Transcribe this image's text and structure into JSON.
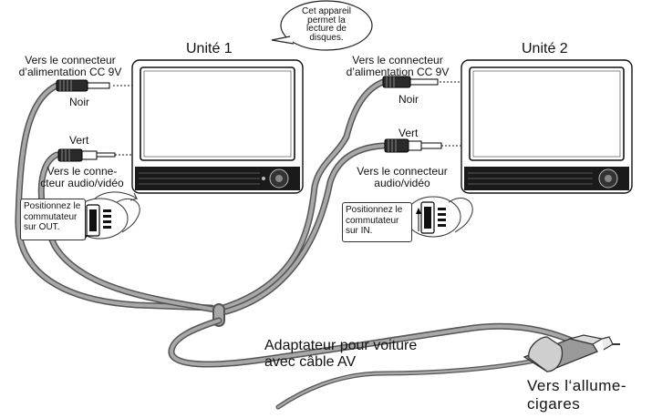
{
  "bubble": {
    "line1": "Cet appareil",
    "line2": "permet la",
    "line3": "lecture de",
    "line4": "disques."
  },
  "unit1": {
    "title": "Unité 1",
    "power_label_1": "Vers le connecteur",
    "power_label_2": "d’alimentation CC 9V",
    "black_label": "Noir",
    "green_label": "Vert",
    "av_label_1": "Vers le conne-",
    "av_label_2": "cteur audio/vidéo",
    "switch_note_1": "Positionnez le",
    "switch_note_2": "commutateur",
    "switch_note_3": "sur OUT."
  },
  "unit2": {
    "title": "Unité 2",
    "power_label_1": "Vers le connecteur",
    "power_label_2": "d’alimentation CC 9V",
    "black_label": "Noir",
    "green_label": "Vert",
    "av_label_1": "Vers le connecteur",
    "av_label_2": "audio/vidéo",
    "switch_note_1": "Positionnez le",
    "switch_note_2": "commutateur",
    "switch_note_3": "sur IN."
  },
  "adapter": {
    "line1": "Adaptateur pour voiture",
    "line2": "avec câble AV"
  },
  "lighter": {
    "line1": "Vers l‘allume-",
    "line2": "cigares"
  },
  "colors": {
    "cable": "#9a9a9a",
    "cable_edge": "#555555",
    "line": "#111111"
  }
}
